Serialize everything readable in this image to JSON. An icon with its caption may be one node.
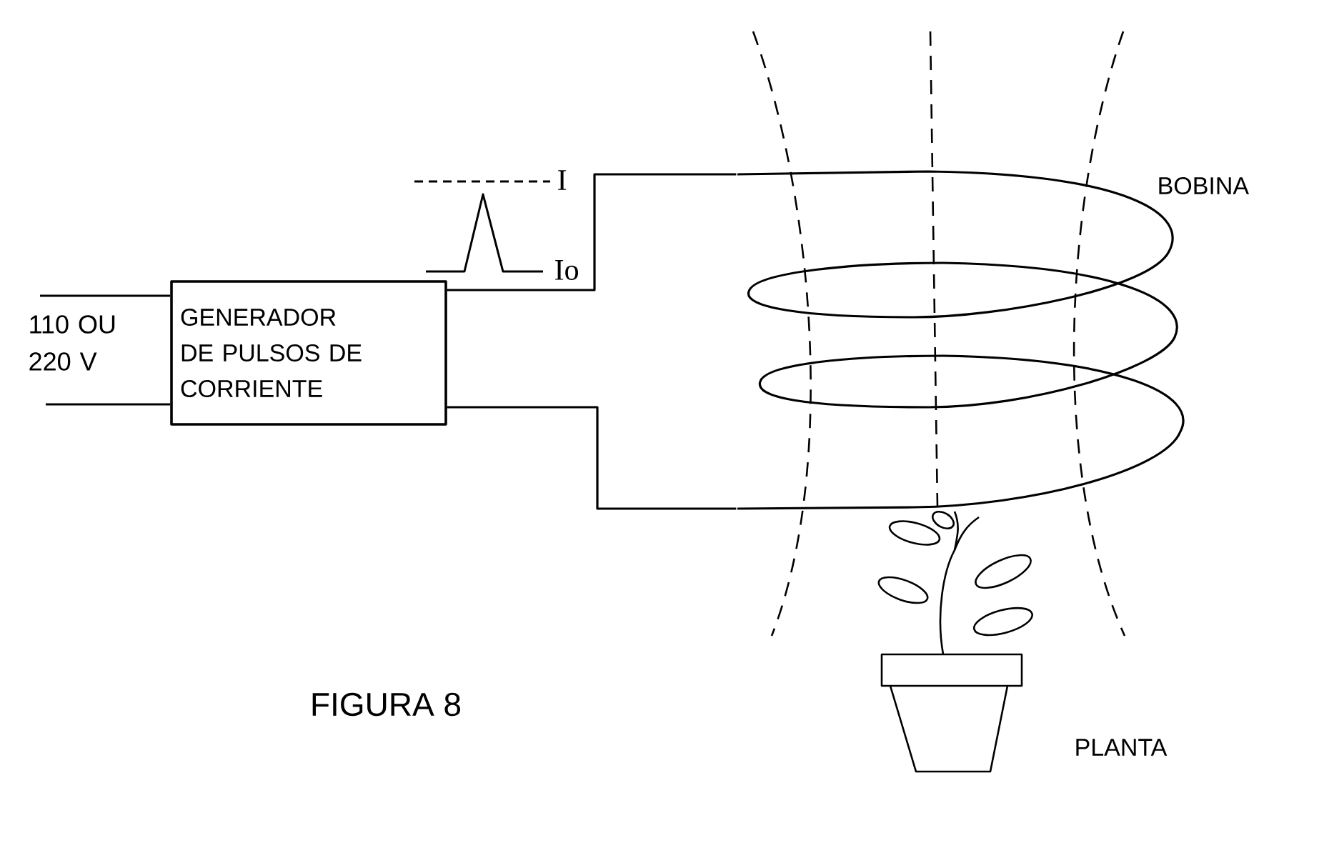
{
  "diagram": {
    "caption": "FIGURA 8",
    "nodes": [
      {
        "text": [
          "GENERADOR DE PULSOS DE CORRIENTE"
        ]
      },
      {
        "text": [],
        "shape": "picture",
        "beside": [
          "BOBINA"
        ]
      },
      {
        "text": [],
        "shape": "picture",
        "beside": [
          "PLANTA"
        ]
      }
    ],
    "edges": [
      {
        "from": null,
        "to": 0,
        "arrow": "none"
      },
      {
        "from": null,
        "to": 0,
        "arrow": "none"
      },
      {
        "from": 0,
        "to": 1,
        "arrow": "none"
      },
      {
        "from": 0,
        "to": 1,
        "arrow": "none"
      }
    ],
    "labels": [
      "110 OU 220 V",
      "I",
      "Io"
    ]
  }
}
